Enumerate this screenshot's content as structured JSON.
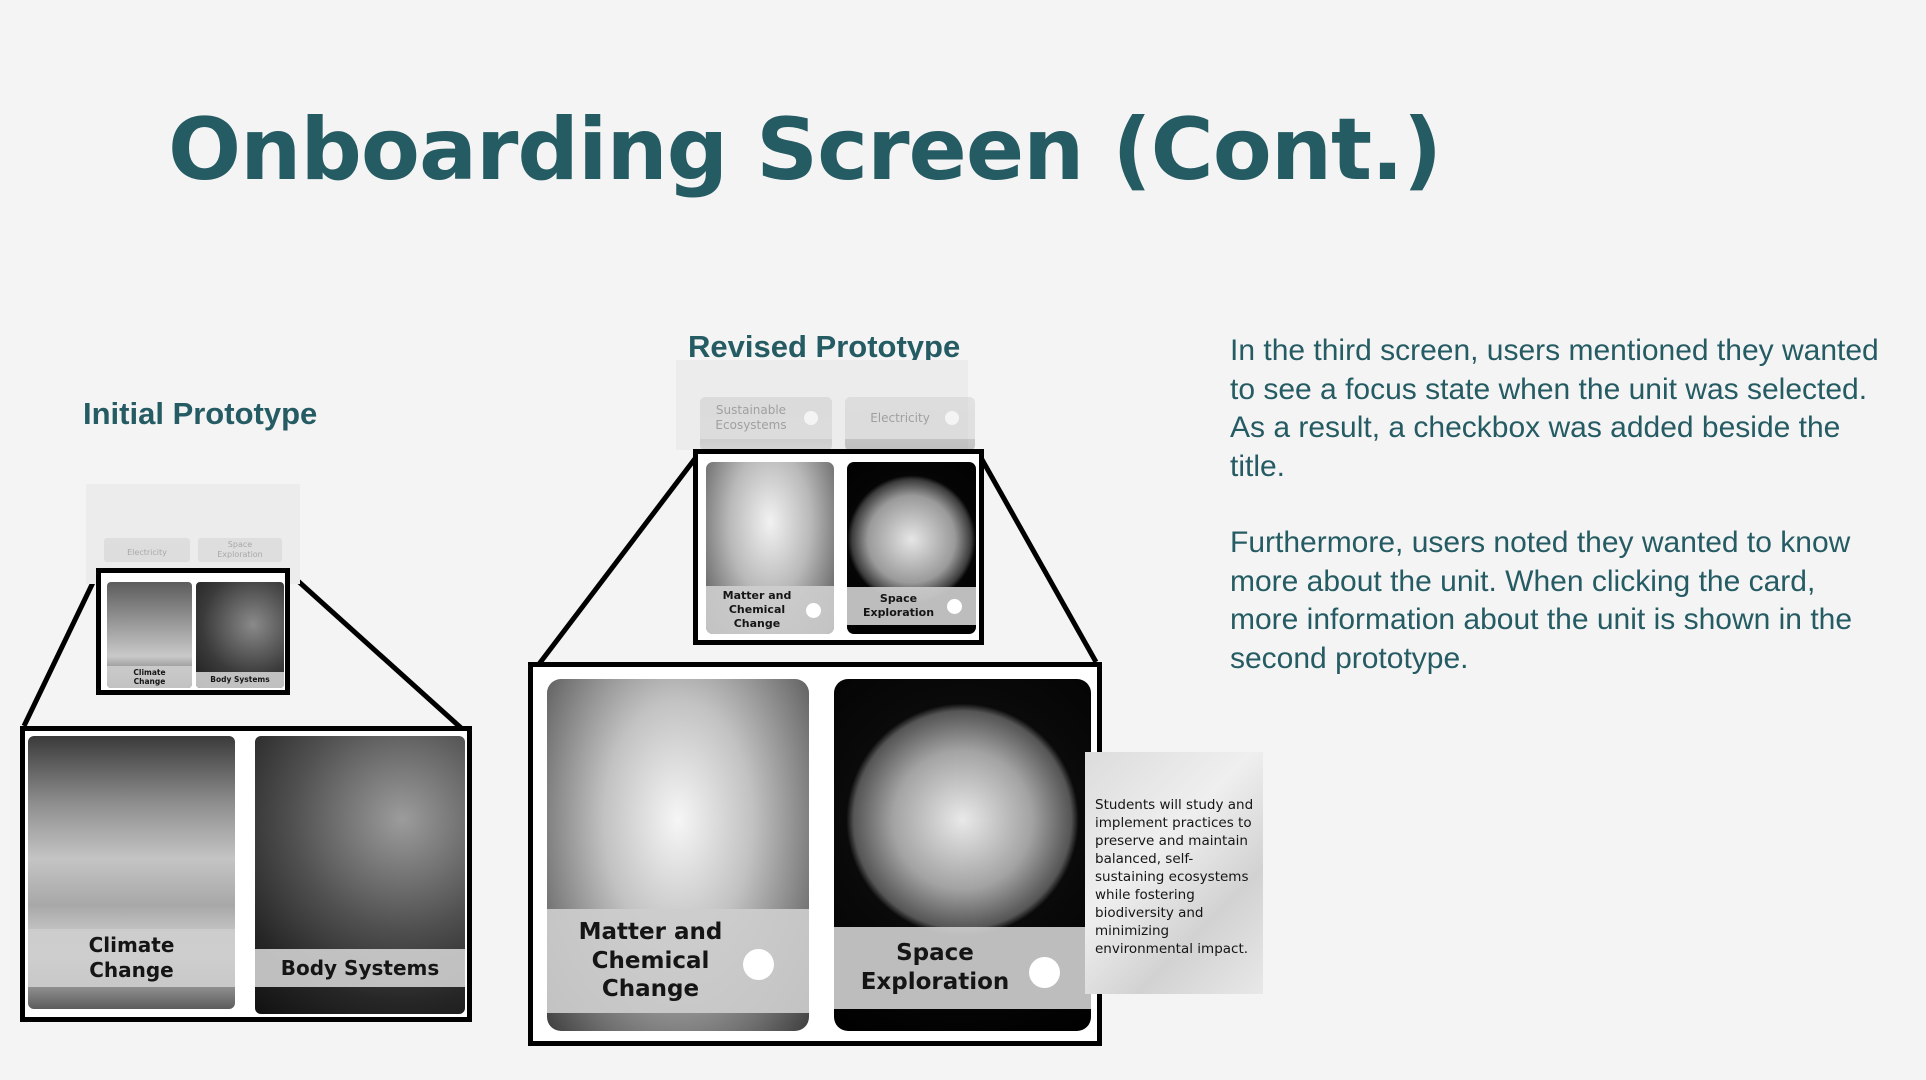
{
  "slide": {
    "title": "Onboarding Screen (Cont.)",
    "initial_label": "Initial Prototype",
    "revised_label": "Revised Prototype",
    "paragraphs": [
      "In the third screen, users mentioned they wanted to see a focus state when the unit was selected. As a result, a checkbox was added beside the title.",
      "Furthermore, users noted they wanted to know more about the unit. When clicking the card, more information about the unit is shown in the second prototype."
    ]
  },
  "initial": {
    "ghost_cards": [
      "Electricity",
      "Space\nExploration"
    ],
    "small_cards": [
      "Climate\nChange",
      "Body Systems"
    ],
    "large_cards": [
      "Climate\nChange",
      "Body Systems"
    ]
  },
  "revised": {
    "ghost_cards": [
      "Sustainable\nEcosystems",
      "Electricity"
    ],
    "small_cards": [
      "Matter and\nChemical\nChange",
      "Space\nExploration"
    ],
    "large_cards": [
      "Matter and\nChemical\nChange",
      "Space\nExploration"
    ],
    "info_text": "Students will study and implement practices to preserve and maintain balanced, self-sustaining ecosystems while fostering biodiversity and minimizing environmental impact."
  }
}
